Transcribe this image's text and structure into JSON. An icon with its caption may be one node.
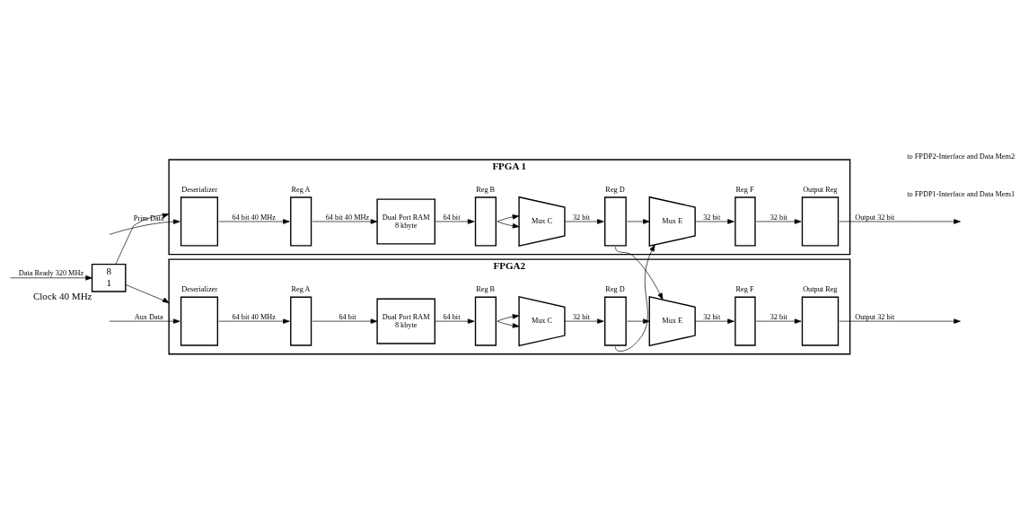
{
  "diagram": {
    "nodes": [
      {
        "text": [
          "FPGA 1"
        ]
      },
      {
        "text": [
          "Deserializer"
        ],
        "in": 0
      },
      {
        "text": [
          "Reg A"
        ],
        "in": 0
      },
      {
        "text": [
          "Dual Port RAM",
          "8 kbyte"
        ],
        "in": 0
      },
      {
        "text": [
          "Reg B"
        ],
        "in": 0
      },
      {
        "text": [
          "Mux C"
        ],
        "in": 0
      },
      {
        "text": [
          "Reg D"
        ],
        "in": 0
      },
      {
        "text": [
          "Mux E"
        ],
        "in": 0
      },
      {
        "text": [
          "Reg F"
        ],
        "in": 0
      },
      {
        "text": [
          "Output Reg"
        ],
        "in": 0
      },
      {
        "text": [
          "8",
          "1"
        ],
        "beside": [
          "Clock 40 MHz"
        ]
      },
      {
        "text": [
          "FPGA2"
        ]
      },
      {
        "text": [
          "Deserializer"
        ],
        "in": 11
      },
      {
        "text": [
          "Reg A"
        ],
        "in": 11
      },
      {
        "text": [
          "Dual Port RAM",
          "8 kbyte"
        ],
        "in": 11
      },
      {
        "text": [
          "Reg B"
        ],
        "in": 11
      },
      {
        "text": [
          "Mux C"
        ],
        "in": 11
      },
      {
        "text": [
          "Reg D"
        ],
        "in": 11
      },
      {
        "text": [
          "Mux E"
        ],
        "in": 11
      },
      {
        "text": [
          "Reg F"
        ],
        "in": 11
      },
      {
        "text": [
          "Output Reg"
        ],
        "in": 11
      }
    ],
    "edges": [
      {
        "from": null,
        "to": 1,
        "arrow": "to",
        "label": "Prim Data"
      },
      {
        "from": 1,
        "to": 2,
        "arrow": "to",
        "label": "64 bit 40 MHz"
      },
      {
        "from": 2,
        "to": 3,
        "arrow": "to",
        "label": "64 bit 40 MHz"
      },
      {
        "from": 3,
        "to": 4,
        "arrow": "to",
        "label": "64 bit"
      },
      {
        "from": 4,
        "to": 5,
        "arrow": "to"
      },
      {
        "from": 4,
        "to": 5,
        "arrow": "to"
      },
      {
        "from": 5,
        "to": 6,
        "arrow": "to",
        "label": "32 bit"
      },
      {
        "from": 6,
        "to": 7,
        "arrow": "to"
      },
      {
        "from": 6,
        "to": 18,
        "arrow": "to"
      },
      {
        "from": 7,
        "to": 8,
        "arrow": "to",
        "label": "32 bit"
      },
      {
        "from": 8,
        "to": 9,
        "arrow": "to",
        "label": "32 bit"
      },
      {
        "from": 9,
        "to": null,
        "arrow": "to",
        "label": "Output 32 bit"
      },
      {
        "from": null,
        "to": 10,
        "arrow": "to",
        "label": "Data Ready 320 MHz"
      },
      {
        "from": 10,
        "to": 0,
        "arrow": "to"
      },
      {
        "from": 10,
        "to": 11,
        "arrow": "to"
      },
      {
        "from": null,
        "to": 12,
        "arrow": "to",
        "label": "Aux Data"
      },
      {
        "from": 12,
        "to": 13,
        "arrow": "to",
        "label": "64 bit 40 MHz"
      },
      {
        "from": 13,
        "to": 14,
        "arrow": "to",
        "label": "64 bit"
      },
      {
        "from": 14,
        "to": 15,
        "arrow": "to",
        "label": "64 bit"
      },
      {
        "from": 15,
        "to": 16,
        "arrow": "to"
      },
      {
        "from": 15,
        "to": 16,
        "arrow": "to"
      },
      {
        "from": 16,
        "to": 17,
        "arrow": "to",
        "label": "32 bit"
      },
      {
        "from": 17,
        "to": 18,
        "arrow": "to"
      },
      {
        "from": 17,
        "to": 7,
        "arrow": "to"
      },
      {
        "from": 18,
        "to": 19,
        "arrow": "to",
        "label": "32 bit"
      },
      {
        "from": 19,
        "to": 20,
        "arrow": "to",
        "label": "32 bit"
      },
      {
        "from": 20,
        "to": null,
        "arrow": "to",
        "label": "Output 32 bit"
      }
    ],
    "labels": [
      "to FPDP1-Interface and Data Mem1",
      "to FPDP2-Interface and Data Mem2"
    ]
  }
}
